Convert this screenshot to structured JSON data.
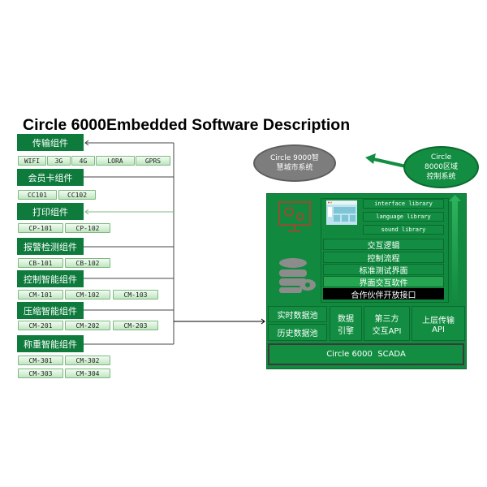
{
  "title": "Circle 6000Embedded Software Description",
  "components": [
    {
      "label": "传输组件",
      "chips": [
        "WIFI",
        "3G",
        "4G",
        "LORA",
        "GPRS"
      ]
    },
    {
      "label": "会员卡组件",
      "chips": [
        "CC101",
        "CC102"
      ]
    },
    {
      "label": "打印组件",
      "chips": [
        "CP-101",
        "CP-102"
      ]
    },
    {
      "label": "报警检测组件",
      "chips": [
        "CB-101",
        "CB-102"
      ]
    },
    {
      "label": "控制智能组件",
      "chips": [
        "CM-101",
        "CM-102",
        "CM-103"
      ]
    },
    {
      "label": "压缩智能组件",
      "chips": [
        "CM-201",
        "CM-202",
        "CM-203"
      ]
    },
    {
      "label": "称重智能组件",
      "chips": [
        "CM-301",
        "CM-302",
        "CM-303",
        "CM-304"
      ]
    }
  ],
  "clouds": {
    "c9000": [
      "Circle 9000智",
      "慧城市系统"
    ],
    "c8000": [
      "Circle",
      "8000区域",
      "控制系统"
    ]
  },
  "libraries": [
    "interface library",
    "language library",
    "sound library"
  ],
  "layers": [
    "交互逻辑",
    "控制流程",
    "标准测试界面",
    "界面交互软件",
    "合作伙伴开放接口"
  ],
  "bottom": {
    "realtime": "实时数据池",
    "history": "历史数据池",
    "engine": [
      "数据",
      "引擎"
    ],
    "third": [
      "第三方",
      "交互API"
    ],
    "upper": [
      "上层传输",
      "API"
    ],
    "scada": "Circle 6000  SCADA"
  },
  "colors": {
    "green": "#118a3f",
    "dark_green": "#0e7a3c",
    "gray_cloud": "#7d7d7d",
    "icon_red": "#c0392b"
  }
}
